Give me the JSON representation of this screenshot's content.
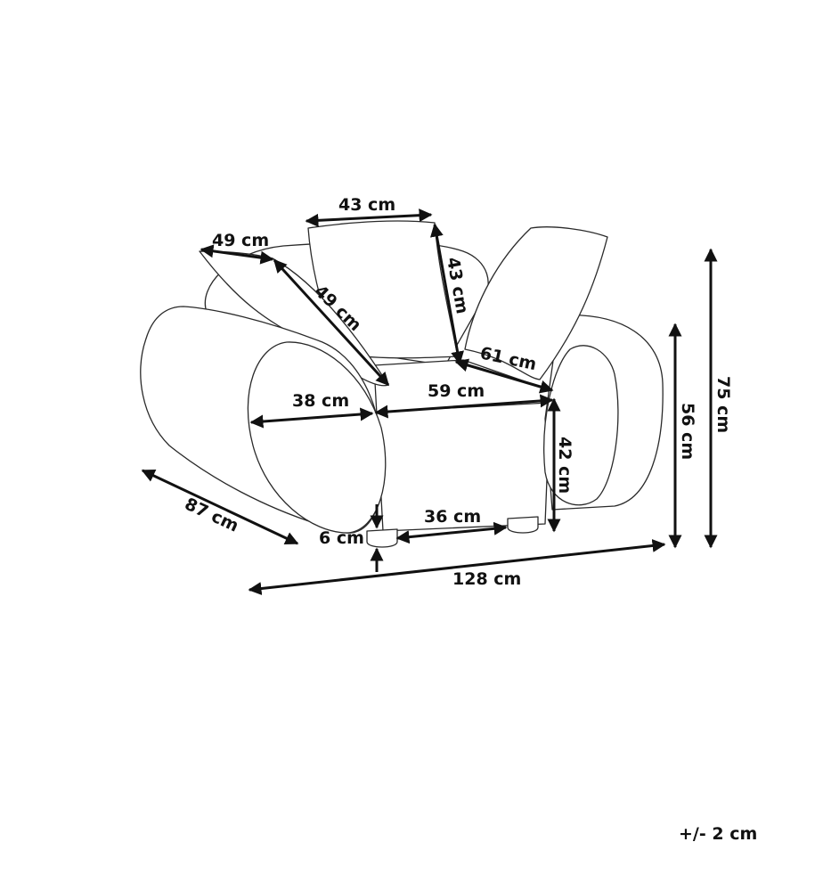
{
  "colors": {
    "ink": "#111111",
    "outline": "#2a2a2a",
    "background": "#ffffff"
  },
  "dimensions": {
    "back_cushion_width": "43 cm",
    "back_cushion_height": "43 cm",
    "side_cushion_width": "49 cm",
    "side_cushion_length": "49 cm",
    "seat_depth": "61 cm",
    "seat_width": "59 cm",
    "armrest_width": "38 cm",
    "seat_height": "42 cm",
    "depth": "87 cm",
    "leg_spacing": "36 cm",
    "leg_height": "6 cm",
    "total_width": "128 cm",
    "armrest_height": "56 cm",
    "total_height": "75 cm"
  },
  "tolerance": "+/- 2 cm"
}
